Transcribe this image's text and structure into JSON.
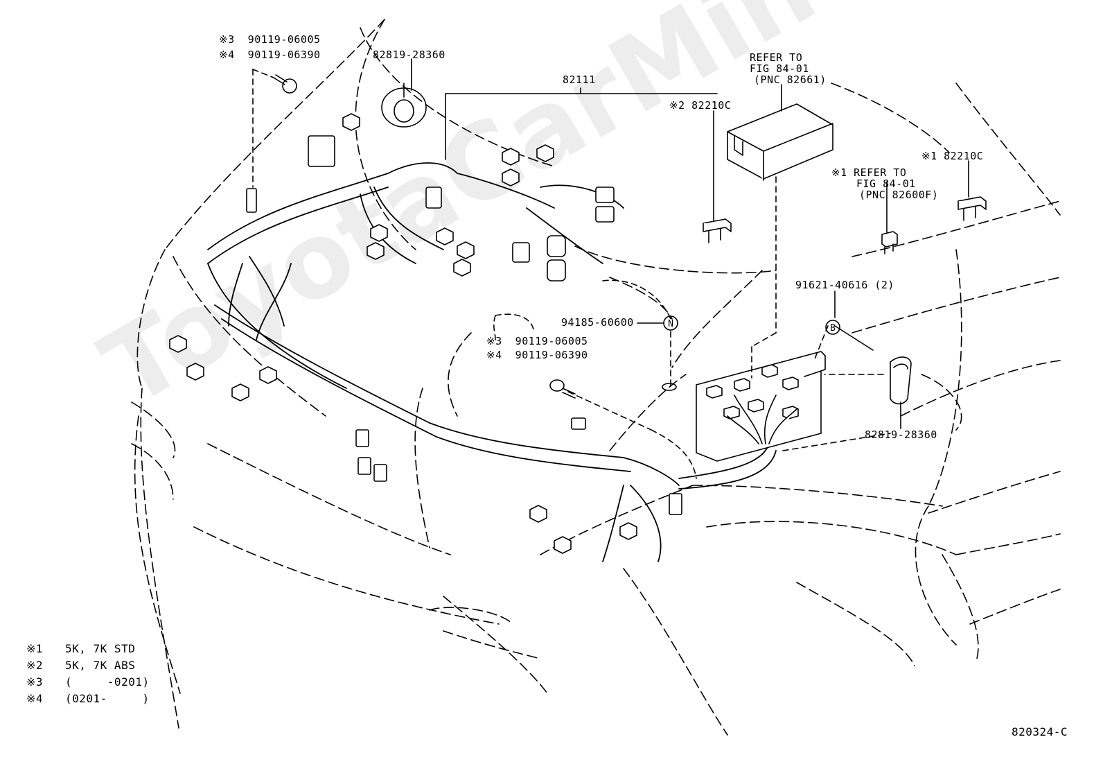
{
  "watermark": "ToyotaCarMine.ru",
  "figure_code": "820324-C",
  "labels": {
    "fuse_holder_top_left_3": "※3  90119-06005",
    "fuse_holder_top_left_4": "※4  90119-06390",
    "grommet_top": "82819-28360",
    "harness": "82111",
    "relay_box_ref_1": "REFER TO",
    "relay_box_ref_2": "FIG 84-01",
    "relay_box_ref_3": "(PNC 82661)",
    "fuse_2": "※2 82210C",
    "fuse_1_ref_1": "※1 REFER TO",
    "fuse_1_ref_2": "FIG 84-01",
    "fuse_1_ref_3": "(PNC 82600F)",
    "fuse_1": "※1 82210C",
    "clamp_b": "91621-40616 (2)",
    "clip_n": "94185-60600",
    "bolt_mid_3": "※3  90119-06005",
    "bolt_mid_4": "※4  90119-06390",
    "grommet_right": "82819-28360",
    "circle_n": "N",
    "circle_b": "B"
  },
  "legend": [
    {
      "mark": "※1",
      "text": "5K, 7K STD"
    },
    {
      "mark": "※2",
      "text": "5K, 7K ABS"
    },
    {
      "mark": "※3",
      "text": "(     -0201)"
    },
    {
      "mark": "※4",
      "text": "(0201-     )"
    }
  ]
}
